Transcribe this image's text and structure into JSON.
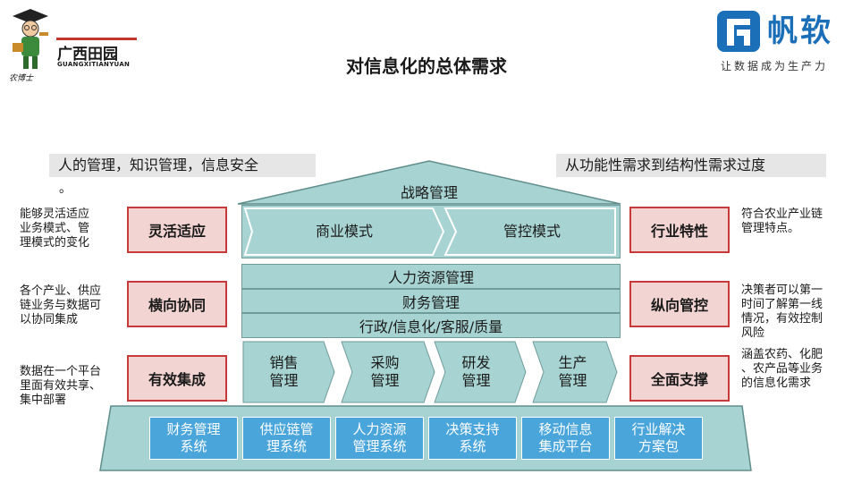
{
  "logo_left": {
    "name": "广西田园",
    "sub": "GUANGXITIANYUAN",
    "mascot": "农博士"
  },
  "logo_right": {
    "name": "帆软",
    "slogan": "让数据成为生产力"
  },
  "title": "对信息化的总体需求",
  "banner_left": "人的管理，知识管理，信息安全",
  "banner_left_tail": "。",
  "banner_right": "从功能性需求到结构性需求过度",
  "roof_label": "战略管理",
  "modes": [
    "商业模式",
    "管控模式"
  ],
  "bands": [
    "人力资源管理",
    "财务管理",
    "行政/信息化/客服/质量"
  ],
  "processes": [
    {
      "line1": "销售",
      "line2": "管理"
    },
    {
      "line1": "采购",
      "line2": "管理"
    },
    {
      "line1": "研发",
      "line2": "管理"
    },
    {
      "line1": "生产",
      "line2": "管理"
    }
  ],
  "systems": [
    {
      "line1": "财务管理",
      "line2": "系统"
    },
    {
      "line1": "供应链管",
      "line2": "理系统"
    },
    {
      "line1": "人力资源",
      "line2": "管理系统"
    },
    {
      "line1": "决策支持",
      "line2": "系统"
    },
    {
      "line1": "移动信息",
      "line2": "集成平台"
    },
    {
      "line1": "行业解决",
      "line2": "方案包"
    }
  ],
  "left_items": [
    {
      "text": "能够灵活适应业务模式、管理模式的变化",
      "lines": [
        "能够灵活适应",
        "业务模式、管",
        "理模式的变化"
      ],
      "label": "灵活适应"
    },
    {
      "text": "各个产业、供应链业务与数据可以协同集成",
      "lines": [
        "各个产业、供应",
        "链业务与数据可",
        "以协同集成"
      ],
      "label": "横向协同"
    },
    {
      "text": "数据在一个平台里面有效共享、集中部署",
      "lines": [
        "数据在一个平台",
        "里面有效共享、",
        "集中部署"
      ],
      "label": "有效集成"
    }
  ],
  "right_items": [
    {
      "label": "行业特性",
      "lines": [
        "符合农业产业链",
        "管理特点。"
      ]
    },
    {
      "label": "纵向管控",
      "lines": [
        "决策者可以第一",
        "时间了解第一线",
        "情况，有效控制",
        "风险"
      ]
    },
    {
      "label": "全面支撑",
      "lines": [
        "涵盖农药、化肥",
        "、农产品等业务",
        "的信息化需求"
      ]
    }
  ],
  "colors": {
    "teal": "#a7d4d2",
    "red_border": "#c63a3a",
    "red_fill": "#f2d4d2",
    "blue": "#4aa5db",
    "brand": "#1a6fb8"
  }
}
